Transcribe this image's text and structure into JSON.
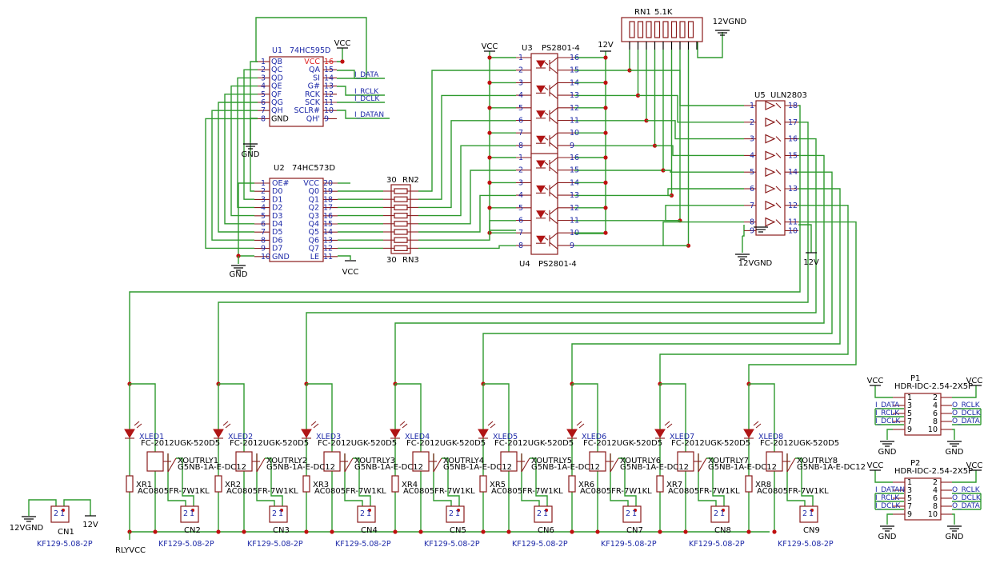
{
  "u1": {
    "ref": "U1",
    "value": "74HC595D",
    "left_pins": [
      {
        "n": "1",
        "s": "QB"
      },
      {
        "n": "2",
        "s": "QC"
      },
      {
        "n": "3",
        "s": "QD"
      },
      {
        "n": "4",
        "s": "QE"
      },
      {
        "n": "5",
        "s": "QF"
      },
      {
        "n": "6",
        "s": "QG"
      },
      {
        "n": "7",
        "s": "QH"
      },
      {
        "n": "8",
        "s": "GND"
      }
    ],
    "right_pins": [
      {
        "n": "16",
        "s": "VCC"
      },
      {
        "n": "15",
        "s": "QA"
      },
      {
        "n": "14",
        "s": "SI"
      },
      {
        "n": "13",
        "s": "G#"
      },
      {
        "n": "12",
        "s": "RCK"
      },
      {
        "n": "11",
        "s": "SCK"
      },
      {
        "n": "10",
        "s": "SCLR#"
      },
      {
        "n": "9",
        "s": "QH'"
      }
    ]
  },
  "u2": {
    "ref": "U2",
    "value": "74HC573D",
    "left_pins": [
      {
        "n": "1",
        "s": "OE#"
      },
      {
        "n": "2",
        "s": "D0"
      },
      {
        "n": "3",
        "s": "D1"
      },
      {
        "n": "4",
        "s": "D2"
      },
      {
        "n": "5",
        "s": "D3"
      },
      {
        "n": "6",
        "s": "D4"
      },
      {
        "n": "7",
        "s": "D5"
      },
      {
        "n": "8",
        "s": "D6"
      },
      {
        "n": "9",
        "s": "D7"
      },
      {
        "n": "10",
        "s": "GND"
      }
    ],
    "right_pins": [
      {
        "n": "20",
        "s": "VCC"
      },
      {
        "n": "19",
        "s": "Q0"
      },
      {
        "n": "18",
        "s": "Q1"
      },
      {
        "n": "17",
        "s": "Q2"
      },
      {
        "n": "16",
        "s": "Q3"
      },
      {
        "n": "15",
        "s": "Q4"
      },
      {
        "n": "14",
        "s": "Q5"
      },
      {
        "n": "13",
        "s": "Q6"
      },
      {
        "n": "12",
        "s": "Q7"
      },
      {
        "n": "11",
        "s": "LE"
      }
    ]
  },
  "u3": {
    "ref": "U3",
    "value": "PS2801-4",
    "left_pins": [
      "1",
      "2",
      "3",
      "4",
      "5",
      "6",
      "7",
      "8"
    ],
    "right_pins": [
      "16",
      "15",
      "14",
      "13",
      "12",
      "11",
      "10",
      "9"
    ]
  },
  "u4": {
    "ref": "U4",
    "value": "PS2801-4",
    "left_pins": [
      "1",
      "2",
      "3",
      "4",
      "5",
      "6",
      "7",
      "8"
    ],
    "right_pins": [
      "16",
      "15",
      "14",
      "13",
      "12",
      "11",
      "10",
      "9"
    ]
  },
  "u5": {
    "ref": "U5",
    "value": "ULN2803",
    "left_pins": [
      "1",
      "2",
      "3",
      "4",
      "5",
      "6",
      "7",
      "8",
      "9"
    ],
    "right_pins": [
      "18",
      "17",
      "16",
      "15",
      "14",
      "13",
      "12",
      "11",
      "10"
    ]
  },
  "rn1": {
    "ref": "RN1",
    "value": "5.1K"
  },
  "rn2": {
    "ref": "RN2",
    "value": "30"
  },
  "rn3": {
    "ref": "RN3",
    "value": "30"
  },
  "nets": {
    "vcc": "VCC",
    "gnd": "GND",
    "v12": "12V",
    "g12": "12VGND",
    "rlyvcc": "RLYVCC",
    "i_data": "I_DATA",
    "i_rclk": "I_RCLK",
    "i_dclk": "I_DCLK",
    "i_datan": "I_DATAN",
    "o_rclk": "O_RCLK",
    "o_dclk": "O_DCLK",
    "o_data": "O_DATA"
  },
  "channels": [
    {
      "led": "XLED1",
      "led_val": "FC-2012UGK-520D5",
      "rly": "XOUTRLY1",
      "rly_val": "G5NB-1A-E-DC12",
      "res": "XR1",
      "res_val": "AC0805FR-7W1KL",
      "cn": "CN2",
      "cn_val": "KF129-5.08-2P"
    },
    {
      "led": "XLED2",
      "led_val": "FC-2012UGK-520D5",
      "rly": "XOUTRLY2",
      "rly_val": "G5NB-1A-E-DC12",
      "res": "XR2",
      "res_val": "AC0805FR-7W1KL",
      "cn": "CN3",
      "cn_val": "KF129-5.08-2P"
    },
    {
      "led": "XLED3",
      "led_val": "FC-2012UGK-520D5",
      "rly": "XOUTRLY3",
      "rly_val": "G5NB-1A-E-DC12",
      "res": "XR3",
      "res_val": "AC0805FR-7W1KL",
      "cn": "CN4",
      "cn_val": "KF129-5.08-2P"
    },
    {
      "led": "XLED4",
      "led_val": "FC-2012UGK-520D5",
      "rly": "XOUTRLY4",
      "rly_val": "G5NB-1A-E-DC12",
      "res": "XR4",
      "res_val": "AC0805FR-7W1KL",
      "cn": "CN5",
      "cn_val": "KF129-5.08-2P"
    },
    {
      "led": "XLED5",
      "led_val": "FC-2012UGK-520D5",
      "rly": "XOUTRLY5",
      "rly_val": "G5NB-1A-E-DC12",
      "res": "XR5",
      "res_val": "AC0805FR-7W1KL",
      "cn": "CN6",
      "cn_val": "KF129-5.08-2P"
    },
    {
      "led": "XLED6",
      "led_val": "FC-2012UGK-520D5",
      "rly": "XOUTRLY6",
      "rly_val": "G5NB-1A-E-DC12",
      "res": "XR6",
      "res_val": "AC0805FR-7W1KL",
      "cn": "CN7",
      "cn_val": "KF129-5.08-2P"
    },
    {
      "led": "XLED7",
      "led_val": "FC-2012UGK-520D5",
      "rly": "XOUTRLY7",
      "rly_val": "G5NB-1A-E-DC12",
      "res": "XR7",
      "res_val": "AC0805FR-7W1KL",
      "cn": "CN8",
      "cn_val": "KF129-5.08-2P"
    },
    {
      "led": "XLED8",
      "led_val": "FC-2012UGK-520D5",
      "rly": "XOUTRLY8",
      "rly_val": "G5NB-1A-E-DC12",
      "res": "XR8",
      "res_val": "AC0805FR-7W1KL",
      "cn": "CN9",
      "cn_val": "KF129-5.08-2P"
    }
  ],
  "cn1": {
    "ref": "CN1",
    "value": "KF129-5.08-2P"
  },
  "p1": {
    "ref": "P1",
    "value": "HDR-IDC-2.54-2X5P",
    "left": [
      "1",
      "3",
      "5",
      "7",
      "9"
    ],
    "right": [
      "2",
      "4",
      "6",
      "8",
      "10"
    ],
    "left_nets": [
      "I_DATA",
      "I_RCLK",
      "I_DCLK"
    ],
    "right_nets": [
      "O_RCLK",
      "O_DCLK",
      "O_DATA"
    ]
  },
  "p2": {
    "ref": "P2",
    "value": "HDR-IDC-2.54-2X5P",
    "left": [
      "1",
      "3",
      "5",
      "7",
      "9"
    ],
    "right": [
      "2",
      "4",
      "6",
      "8",
      "10"
    ],
    "left_nets": [
      "I_DATAN",
      "I_RCLK",
      "I_DCLK"
    ],
    "right_nets": [
      "O_RCLK",
      "O_DCLK",
      "O_DATA"
    ]
  },
  "cn_pin_labels": [
    "2",
    "1"
  ]
}
